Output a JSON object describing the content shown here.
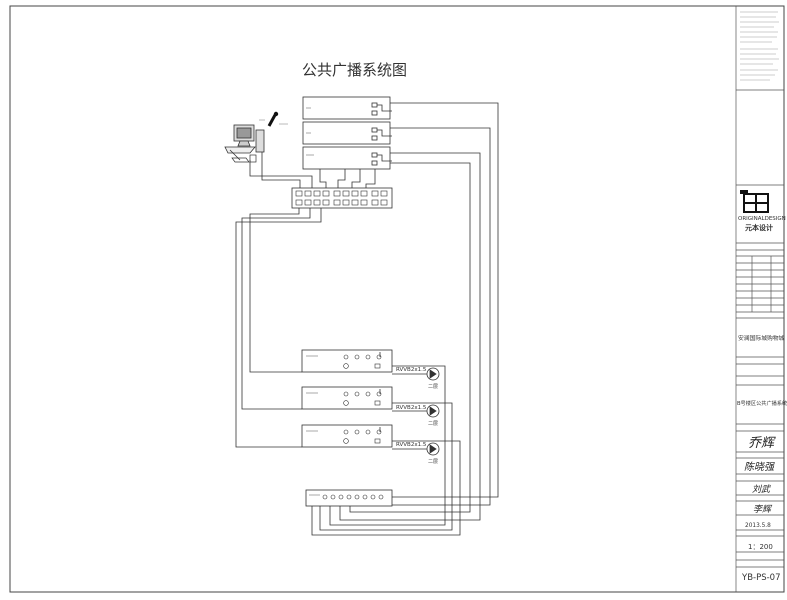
{
  "diagram": {
    "title": "公共广播系统图",
    "cable_labels": [
      "RVVB2x1.5",
      "RVVB2x1.5",
      "RVVB2x1.5"
    ],
    "speaker_labels": [
      "二层",
      "二层",
      "二层"
    ]
  },
  "title_block": {
    "logo_text": "ORIGINALDESIGN",
    "company": "元本设计",
    "project_name": "安澜国际城购物城",
    "drawing_name": "B号楼区公共广播系统图",
    "signature_1": "乔辉",
    "signature_2": "陈晓强",
    "signature_3": "刘武",
    "signature_4": "李辉",
    "date": "2013.5.8",
    "scale": "1：200",
    "drawing_number": "YB-PS-07"
  }
}
